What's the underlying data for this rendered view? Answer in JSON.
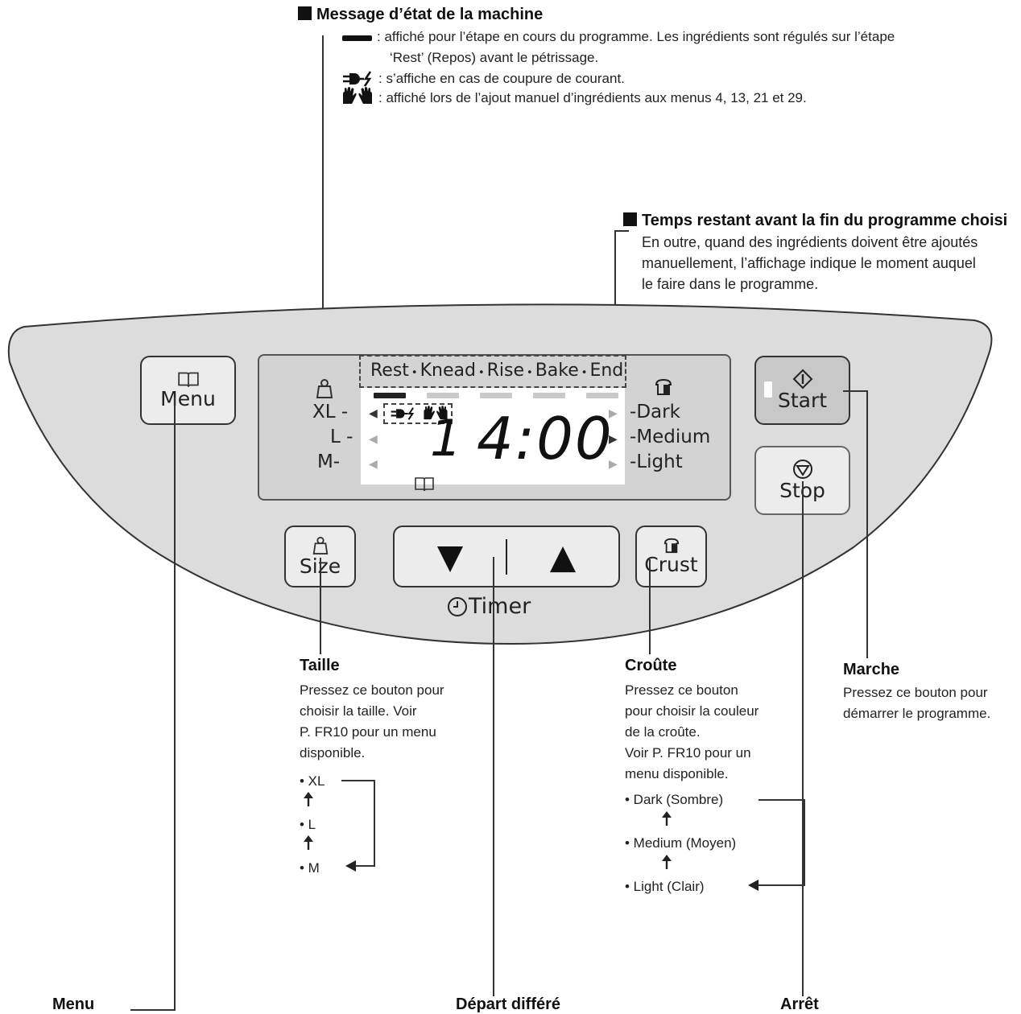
{
  "status": {
    "heading": "Message d’état de la machine",
    "lines": [
      ": affiché pour l’étape en cours du programme. Les ingrédients sont régulés sur l’étape",
      "‘Rest’ (Repos) avant le pétrissage.",
      ": s’affiche en cas de coupure de courant.",
      ": affiché lors de l’ajout manuel d’ingrédients aux menus 4, 13, 21 et 29."
    ],
    "icons": [
      "bar-icon",
      "power-failure-icon",
      "hands-icon"
    ]
  },
  "remaining": {
    "heading": "Temps restant avant la fin du programme choisi",
    "lines": [
      "En outre, quand des ingrédients doivent être ajoutés",
      "manuellement, l’affichage indique le moment auquel",
      "le faire dans le programme."
    ]
  },
  "display": {
    "steps": [
      "Rest",
      "Knead",
      "Rise",
      "Bake",
      "End"
    ],
    "separator": "•",
    "sizes": [
      "XL",
      "L",
      "M"
    ],
    "crusts": [
      "Dark",
      "Medium",
      "Light"
    ],
    "menu_number": "1",
    "time": "4:00",
    "active_step_index": 0
  },
  "buttons": {
    "menu": "Menu",
    "start": "Start",
    "stop": "Stop",
    "size": "Size",
    "crust": "Crust",
    "timer": "Timer",
    "down_symbol": "▼",
    "up_symbol": "▲"
  },
  "taille": {
    "heading": "Taille",
    "lines": [
      "Pressez ce bouton pour",
      "choisir la taille. Voir",
      "P. FR10 pour un menu",
      "disponible."
    ],
    "options": [
      "• XL",
      "• L",
      "• M"
    ]
  },
  "croute": {
    "heading": "Croûte",
    "lines": [
      "Pressez ce bouton",
      "pour choisir la couleur",
      "de la croûte.",
      "Voir P. FR10 pour un",
      "menu disponible."
    ],
    "options": [
      "• Dark (Sombre)",
      "• Medium (Moyen)",
      "• Light (Clair)"
    ]
  },
  "marche": {
    "heading": "Marche",
    "lines": [
      "Pressez ce bouton pour",
      "démarrer le programme."
    ]
  },
  "bottom": {
    "menu": "Menu",
    "timer": "Départ différé",
    "stop": "Arrêt"
  },
  "colors": {
    "panel": "#dcdcdc",
    "lcd_bg": "#d3d3d3",
    "lcd_screen": "#ffffff",
    "button_face": "#ececec",
    "start_face": "#c8c8c8"
  }
}
